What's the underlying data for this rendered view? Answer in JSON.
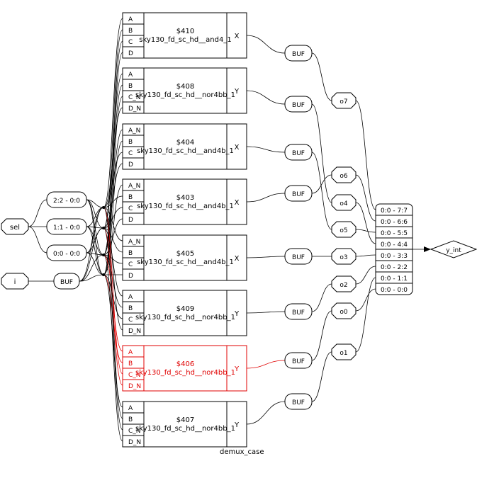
{
  "module_name": "demux_case",
  "inputs": [
    {
      "id": "sel",
      "label": "sel"
    },
    {
      "id": "i",
      "label": "i"
    }
  ],
  "slices": [
    "2:2 - 0:0",
    "1:1 - 0:0",
    "0:0 - 0:0"
  ],
  "input_buf_label": "BUF",
  "cells": [
    {
      "id": "$410",
      "name": "$410",
      "type": "sky130_fd_sc_hd__and4_1",
      "pins": [
        "A",
        "B",
        "C",
        "D"
      ],
      "out": "X",
      "highlight": false
    },
    {
      "id": "$408",
      "name": "$408",
      "type": "sky130_fd_sc_hd__nor4bb_1",
      "pins": [
        "A",
        "B",
        "C_N",
        "D_N"
      ],
      "out": "Y",
      "highlight": false
    },
    {
      "id": "$404",
      "name": "$404",
      "type": "sky130_fd_sc_hd__and4b_1",
      "pins": [
        "A_N",
        "B",
        "C",
        "D"
      ],
      "out": "X",
      "highlight": false
    },
    {
      "id": "$403",
      "name": "$403",
      "type": "sky130_fd_sc_hd__and4b_1",
      "pins": [
        "A_N",
        "B",
        "C",
        "D"
      ],
      "out": "X",
      "highlight": false
    },
    {
      "id": "$405",
      "name": "$405",
      "type": "sky130_fd_sc_hd__and4b_1",
      "pins": [
        "A_N",
        "B",
        "C",
        "D"
      ],
      "out": "X",
      "highlight": false
    },
    {
      "id": "$409",
      "name": "$409",
      "type": "sky130_fd_sc_hd__nor4bb_1",
      "pins": [
        "A",
        "B",
        "C",
        "D_N"
      ],
      "out": "Y",
      "highlight": false
    },
    {
      "id": "$406",
      "name": "$406",
      "type": "sky130_fd_sc_hd__nor4bb_1",
      "pins": [
        "A",
        "B",
        "C_N",
        "D_N"
      ],
      "out": "Y",
      "highlight": true
    },
    {
      "id": "$407",
      "name": "$407",
      "type": "sky130_fd_sc_hd__nor4bb_1",
      "pins": [
        "A",
        "B",
        "C_N",
        "D_N"
      ],
      "out": "Y",
      "highlight": false
    }
  ],
  "buf_label": "BUF",
  "outputs_nets": [
    "o7",
    "o6",
    "o4",
    "o5",
    "o3",
    "o2",
    "o0",
    "o1"
  ],
  "concat": [
    "0:0 - 7:7",
    "0:0 - 6:6",
    "0:0 - 5:5",
    "0:0 - 4:4",
    "0:0 - 3:3",
    "0:0 - 2:2",
    "0:0 - 1:1",
    "0:0 - 0:0"
  ],
  "output_port": "y_int",
  "colors": {
    "highlight": "#e00000",
    "line": "#000000"
  }
}
